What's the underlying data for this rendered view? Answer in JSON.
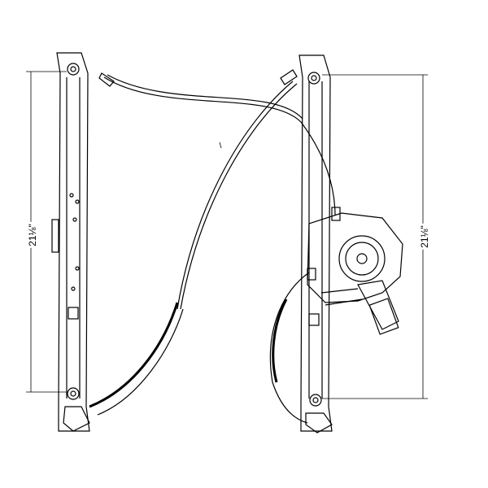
{
  "diagram": {
    "subject": "window-regulator",
    "left_height_label": "21⅛\"",
    "right_height_label": "21⅛\"",
    "line_color": "#000000"
  }
}
